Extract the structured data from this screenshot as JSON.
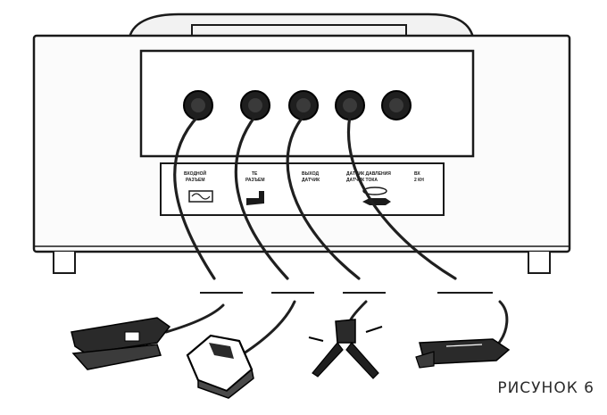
{
  "caption": "РИСУНОК 6",
  "panel_labels": {
    "label_1_line1": "ВХОДНОЙ",
    "label_1_line2": "РАЗЪЕМ",
    "label_2_line1": "ТЕ",
    "label_2_line2": "РАЗЪЕМ",
    "label_3_line1": "ВЫХОД",
    "label_3_line2": "ДАТЧИК",
    "label_4_line1": "ДАТЧИК ДАВЛЕНИЯ",
    "label_4_line2": "ДАТЧИК ТОКА",
    "label_5_line1": "ВХ",
    "label_5_line2": "2 КН"
  },
  "connectors": [
    "connector-1",
    "connector-2",
    "connector-3",
    "connector-4",
    "connector-5"
  ],
  "probes": [
    "finger-clip-probe",
    "square-sensor-probe",
    "alligator-clip-probe",
    "ear-clip-probe"
  ]
}
